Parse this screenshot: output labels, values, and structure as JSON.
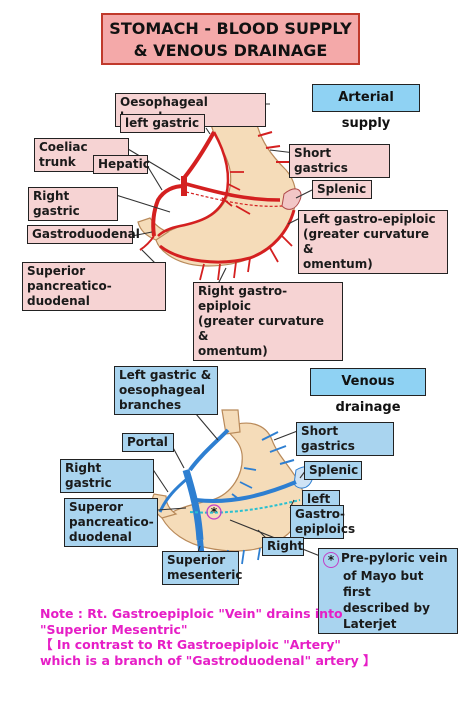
{
  "title": {
    "line1": "STOMACH - BLOOD SUPPLY",
    "line2": "& VENOUS DRAINAGE"
  },
  "arterial": {
    "tag": "Arterial supply",
    "labels": {
      "oesophageal": "Oesophageal branches",
      "left_gastric": "left gastric",
      "coeliac": "Coeliac trunk",
      "hepatic": "Hepatic",
      "right_gastric": "Right gastric",
      "gastroduodenal": "Gastroduodenal",
      "sup_panc_1": "Superior pancreatico-",
      "sup_panc_2": "duodenal",
      "short_gastrics": "Short gastrics",
      "splenic": "Splenic",
      "lge_1": "Left gastro-epiploic",
      "lge_2": "(greater curvature &",
      "lge_3": "omentum)",
      "rge_1": "Right gastro-epiploic",
      "rge_2": "(greater curvature &",
      "rge_3": "omentum)"
    }
  },
  "venous": {
    "tag": "Venous drainage",
    "labels": {
      "left_gastric_1": "Left gastric &",
      "left_gastric_2": "oesophageal",
      "left_gastric_3": "branches",
      "portal": "Portal",
      "right_gastric": "Right gastric",
      "sup_panc_1": "Superor",
      "sup_panc_2": "pancreatico-",
      "sup_panc_3": "duodenal",
      "sup_mes_1": "Superior",
      "sup_mes_2": "mesenteric",
      "short_gastrics": "Short gastrics",
      "splenic": "Splenic",
      "left": "left",
      "gastro": "Gastro-",
      "epiploics": "epiploics",
      "right": "Right",
      "star": "*",
      "pyloric_1": "Pre-pyloric vein",
      "pyloric_2": "of Mayo but first",
      "pyloric_3": "described by",
      "pyloric_4": "Laterjet"
    }
  },
  "note": {
    "line1": "Note : Rt. Gastroepiploic \"Vein\" drains into",
    "line2": "\"Superior Mesentric\"",
    "line3": "【 In contrast to Rt Gastroepiploic \"Artery\"",
    "line4": "which is a branch of \"Gastroduodenal\" artery 】"
  },
  "colors": {
    "artery": "#d42020",
    "vein": "#2e7fd1",
    "stomach": "#f4d6b0",
    "note": "#e61ec6"
  }
}
